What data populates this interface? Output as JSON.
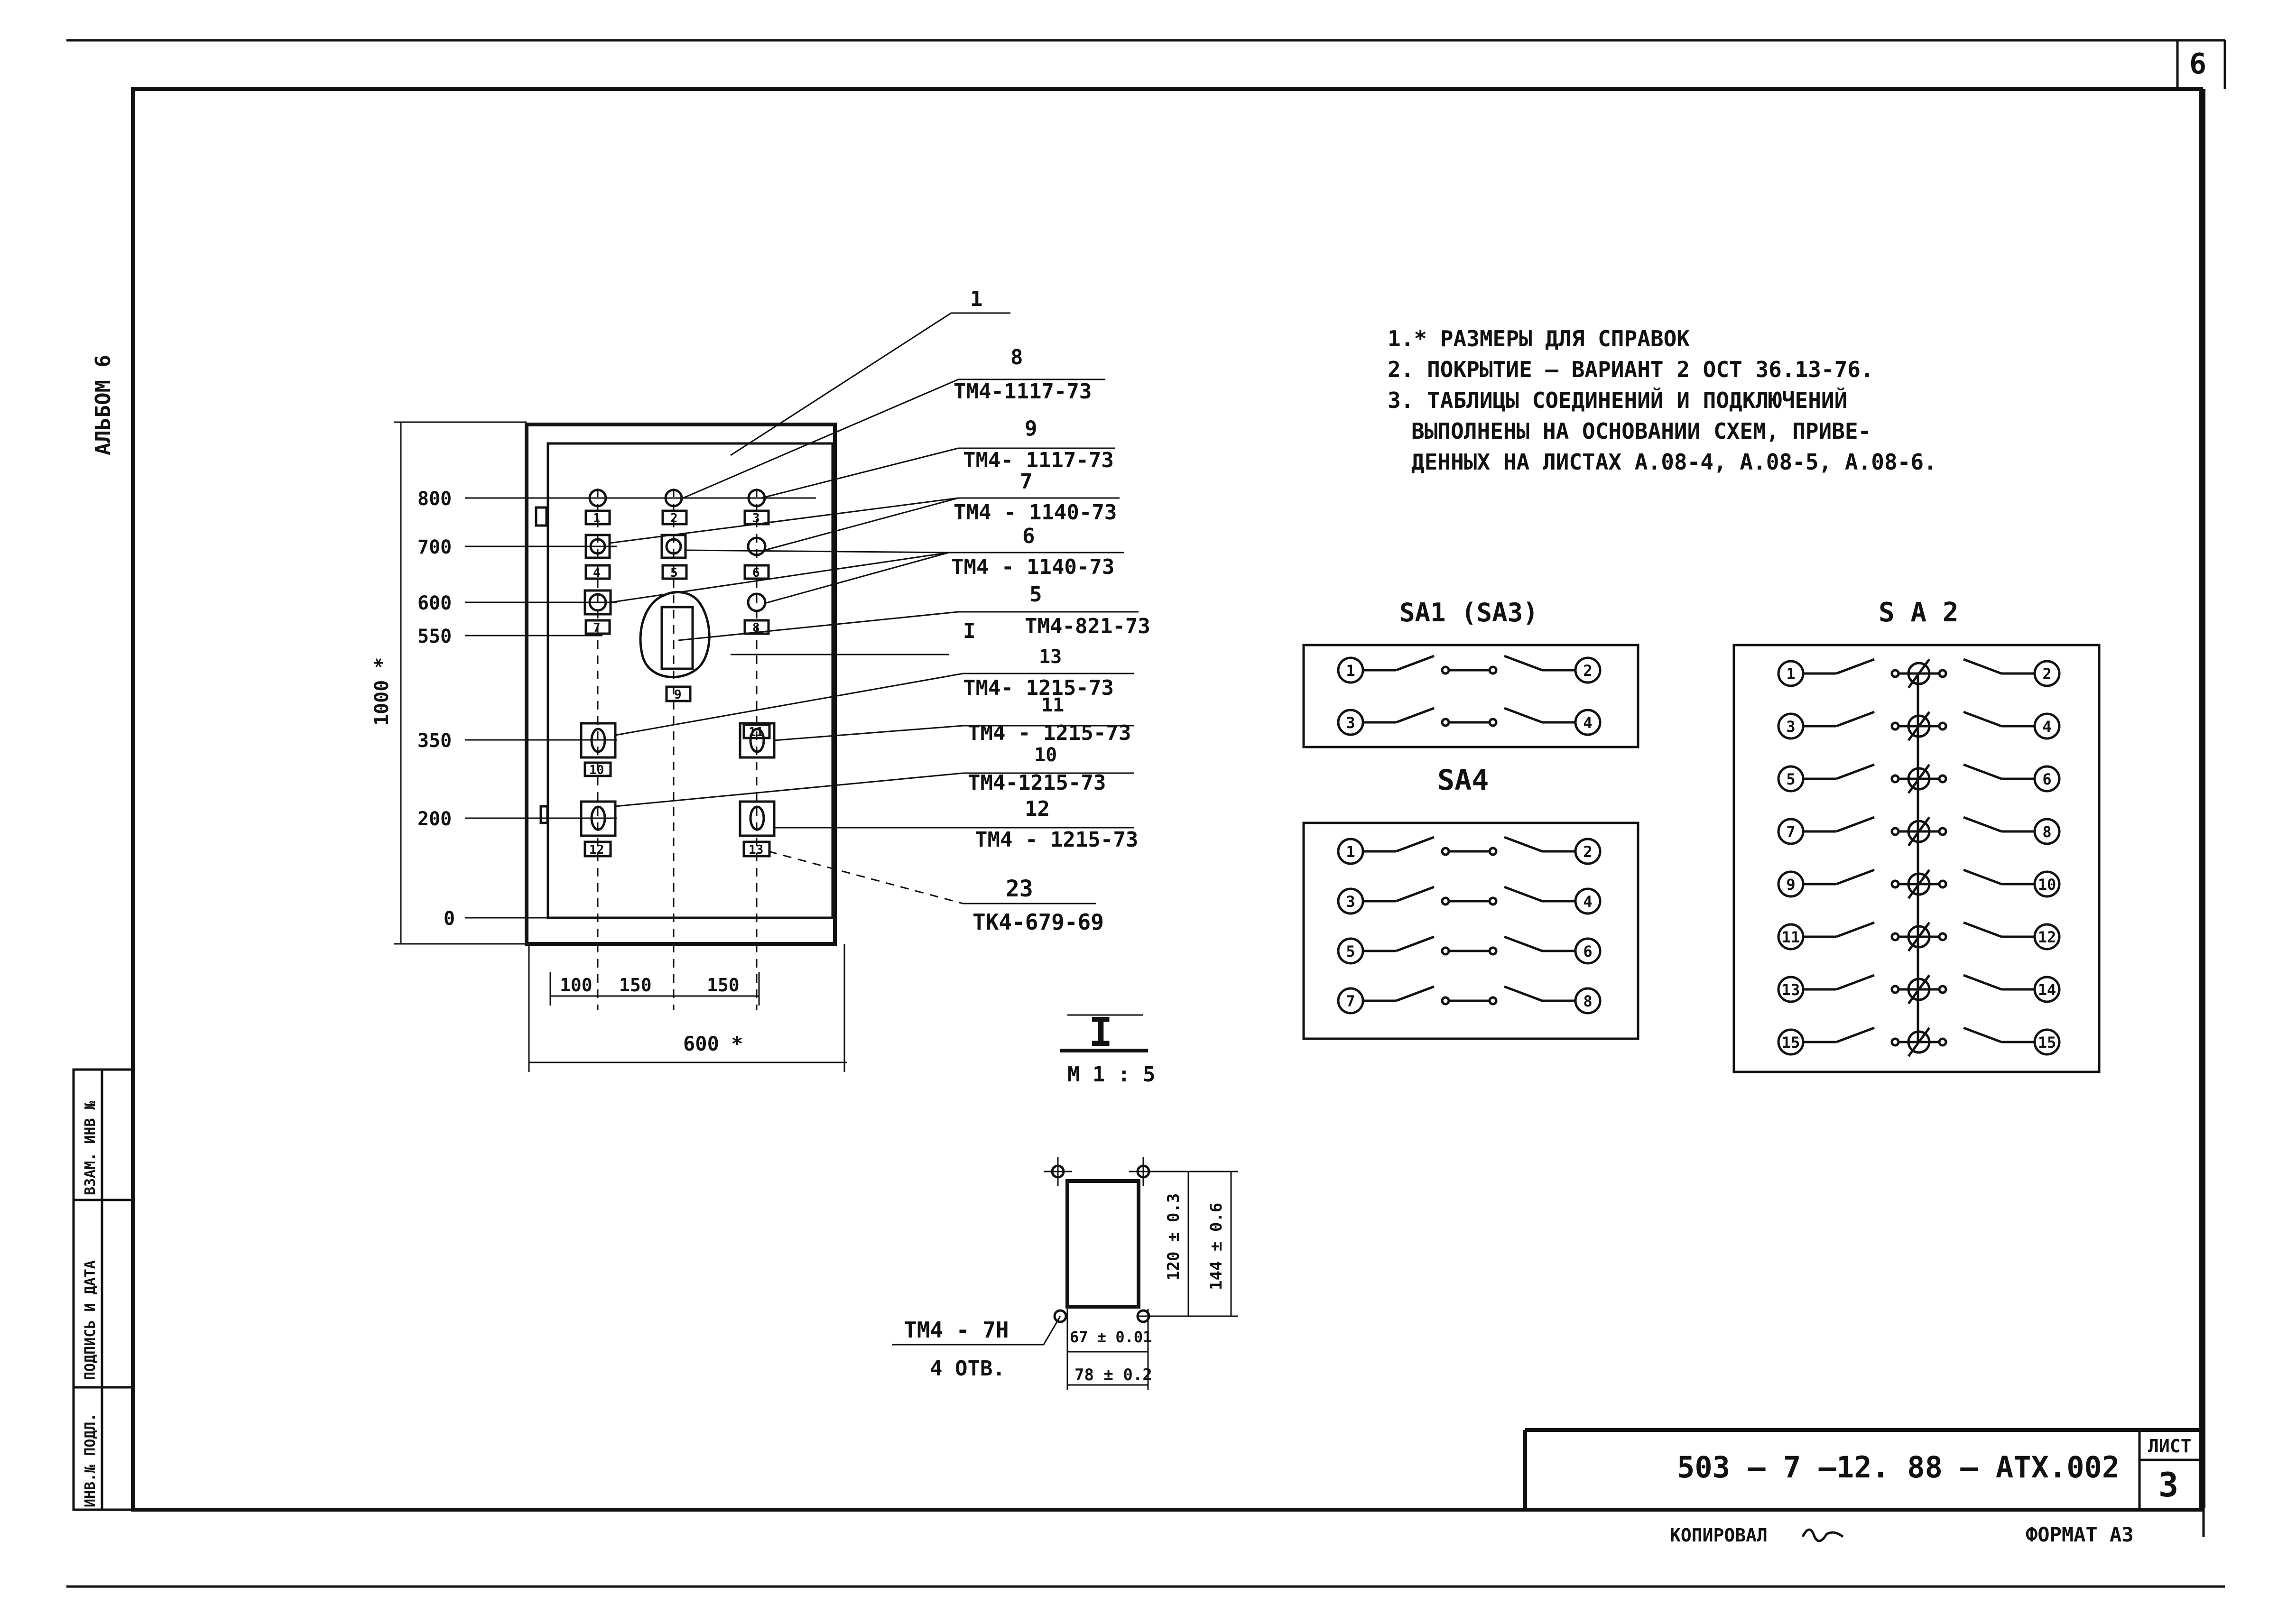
{
  "sheet": {
    "corner_number": "6",
    "album_label": "АЛЬБОМ 6",
    "document_code": "503 – 7 –12. 88 – АТХ.002",
    "sheet_label": "ЛИСТ",
    "sheet_number": "3",
    "copied_label": "КОПИРОВАЛ",
    "format_label": "ФОРМАТ А3",
    "stamp_cells": [
      "ИНВ.№ ПОДЛ.",
      "ПОДПИСЬ И ДАТА",
      "ВЗАМ. ИНВ №"
    ]
  },
  "notes": [
    "1.* РАЗМЕРЫ ДЛЯ СПРАВОК",
    "2. ПОКРЫТИЕ – ВАРИАНТ 2 ОСТ 36.13-76.",
    "3. ТАБЛИЦЫ СОЕДИНЕНИЙ И ПОДКЛЮЧЕНИЙ",
    "ВЫПОЛНЕНЫ НА ОСНОВАНИИ СХЕМ, ПРИВЕ-",
    "ДЕННЫХ НА ЛИСТАХ А.08-4, А.08-5, А.08-6."
  ],
  "panel": {
    "height_dim": "1000 *",
    "width_dim": "600 *",
    "y_levels": [
      "800",
      "700",
      "600",
      "550",
      "350",
      "200",
      "0"
    ],
    "x_dims": [
      "100",
      "150",
      "150"
    ],
    "tags": [
      "1",
      "2",
      "3",
      "4",
      "5",
      "6",
      "7",
      "8",
      "9",
      "10",
      "11",
      "12",
      "13"
    ],
    "callouts": [
      {
        "num": "1",
        "ref": ""
      },
      {
        "num": "8",
        "ref": "ТМ4-1117-73"
      },
      {
        "num": "9",
        "ref": "ТМ4- 1117-73"
      },
      {
        "num": "7",
        "ref": "ТМ4 - 1140-73"
      },
      {
        "num": "6",
        "ref": "ТМ4 - 1140-73"
      },
      {
        "num": "5",
        "ref": "ТМ4-821-73"
      },
      {
        "num": "I",
        "ref": ""
      },
      {
        "num": "13",
        "ref": "ТМ4- 1215-73"
      },
      {
        "num": "11",
        "ref": "ТМ4 - 1215-73"
      },
      {
        "num": "10",
        "ref": "ТМ4-1215-73"
      },
      {
        "num": "12",
        "ref": "ТМ4 - 1215-73"
      },
      {
        "num": "23",
        "ref": "ТК4-679-69"
      }
    ]
  },
  "detail": {
    "title": "I",
    "scale": "М 1 : 5",
    "dim_h1": "120 ± 0.3",
    "dim_h2": "144 ± 0.6",
    "dim_w1": "67 ± 0.01",
    "dim_w2": "78 ± 0.2",
    "hole_ref": "ТМ4 - 7Н",
    "hole_count": "4 ОТВ."
  },
  "switches": {
    "sa1": {
      "title": "SA1 (SA3)",
      "pairs": [
        [
          "1",
          "2"
        ],
        [
          "3",
          "4"
        ]
      ]
    },
    "sa4": {
      "title": "SA4",
      "pairs": [
        [
          "1",
          "2"
        ],
        [
          "3",
          "4"
        ],
        [
          "5",
          "6"
        ],
        [
          "7",
          "8"
        ]
      ]
    },
    "sa2": {
      "title": "S A 2",
      "pairs": [
        [
          "1",
          "2"
        ],
        [
          "3",
          "4"
        ],
        [
          "5",
          "6"
        ],
        [
          "7",
          "8"
        ],
        [
          "9",
          "10"
        ],
        [
          "11",
          "12"
        ],
        [
          "13",
          "14"
        ],
        [
          "15",
          "15"
        ]
      ]
    }
  }
}
